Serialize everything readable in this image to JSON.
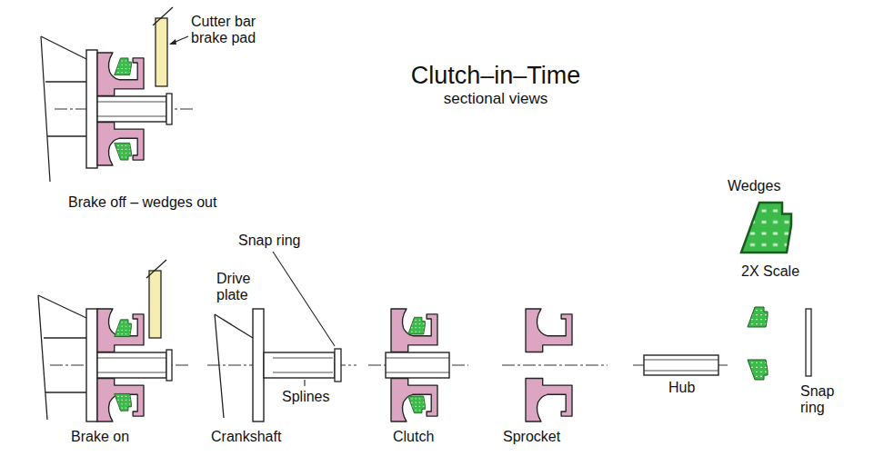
{
  "diagram": {
    "title": "Clutch–in–Time",
    "labels": [
      "sectional views",
      "Cutter bar brake pad",
      "Brake off – wedges out",
      "Snap ring",
      "Drive plate",
      "Wedges",
      "2X Scale",
      "Brake on",
      "Splines",
      "Crankshaft",
      "Clutch",
      "Sprocket",
      "Hub",
      "Snap ring"
    ]
  }
}
